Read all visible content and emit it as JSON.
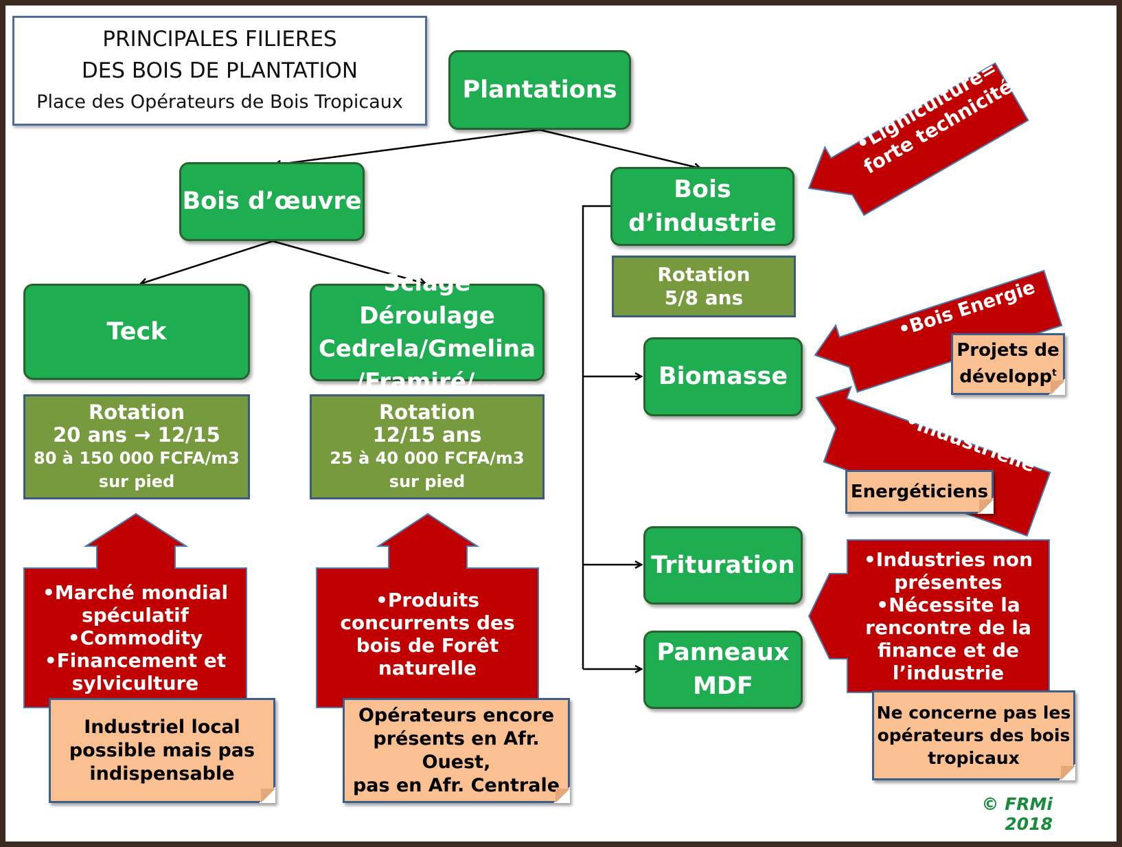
{
  "title": {
    "line1": "PRINCIPALES FILIERES",
    "line2": "DES BOIS DE PLANTATION",
    "line3": "Place des Opérateurs de Bois Tropicaux"
  },
  "nodes": {
    "plantations": "Plantations",
    "bois_oeuvre": "Bois d’œuvre",
    "bois_industrie": [
      "Bois",
      "d’industrie"
    ],
    "teck": "Teck",
    "sciage": [
      "Sciage Déroulage",
      "Cedrela/Gmelina",
      "/Framiré/…"
    ],
    "biomasse": "Biomasse",
    "trituration": "Trituration",
    "panneaux": [
      "Panneaux",
      "MDF"
    ]
  },
  "rotations": {
    "teck": [
      "Rotation",
      "20 ans → 12/15",
      "80 à 150 000 FCFA/m3",
      "sur pied"
    ],
    "sciage": [
      "Rotation",
      "12/15 ans",
      "25 à 40 000 FCFA/m3",
      "sur pied"
    ],
    "industrie": [
      "Rotation",
      "5/8 ans"
    ]
  },
  "callouts": {
    "teck": [
      "•Marché mondial",
      "spéculatif",
      "•Commodity",
      "•Financement et",
      "sylviculture"
    ],
    "sciage": [
      "•Produits",
      "concurrents des",
      "bois de Forêt",
      "naturelle"
    ],
    "ligniculture": [
      "•Ligniculture=",
      "forte technicité"
    ],
    "bois_energie": "•Bois Energie",
    "industrielle": "•Industrielle",
    "industries": [
      "•Industries non",
      "présentes",
      "•Nécessite la",
      "rencontre de la",
      "finance et de",
      "l’industrie"
    ]
  },
  "notes": {
    "teck": [
      "Industriel local",
      "possible mais pas",
      "indispensable"
    ],
    "sciage": [
      "Opérateurs encore",
      "présents en Afr. Ouest,",
      "pas en Afr. Centrale"
    ],
    "projets": [
      "Projets de",
      "développ",
      "t"
    ],
    "energeticiens": "Energéticiens",
    "tropicaux": [
      "Ne concerne pas les",
      "opérateurs des bois",
      "tropicaux"
    ]
  },
  "copyright": "© FRMi 2018",
  "colors": {
    "green": "#1fad52",
    "olive": "#779a3e",
    "red": "#c00000",
    "note": "#fac091",
    "copyright": "#1a8a3c"
  }
}
